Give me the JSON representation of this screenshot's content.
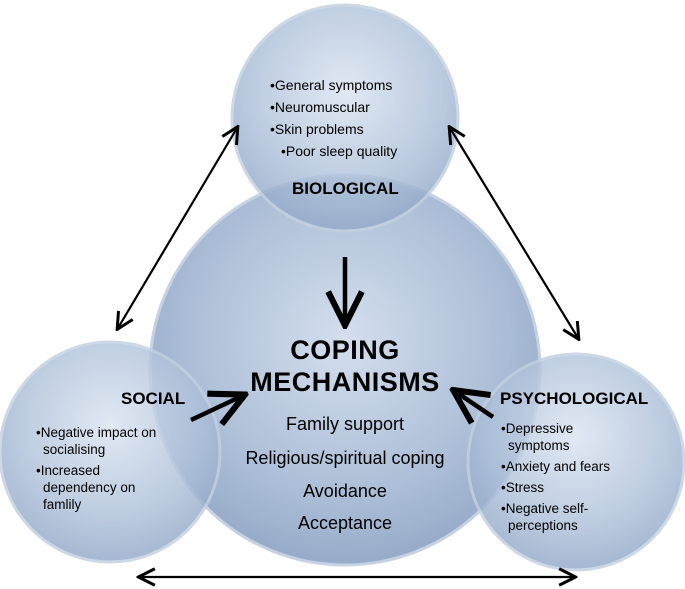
{
  "center": {
    "title_line1": "COPING",
    "title_line2": "MECHANISMS",
    "items": [
      "Family support",
      "Religious/spiritual coping",
      "Avoidance",
      "Acceptance"
    ]
  },
  "biological": {
    "title": "BIOLOGICAL",
    "items": [
      "•General symptoms",
      "•Neuromuscular",
      "•Skin problems",
      "•Poor sleep quality"
    ]
  },
  "social": {
    "title": "SOCIAL",
    "items": [
      "•Negative impact on",
      "socialising",
      "•Increased",
      "dependency on",
      "famlily"
    ]
  },
  "psychological": {
    "title": "PSYCHOLOGICAL",
    "items": [
      "•Depressive",
      "symptoms",
      "•Anxiety and fears",
      "•Stress",
      "•Negative self-",
      "perceptions"
    ]
  },
  "colors": {
    "circle_fill_light": "#c9d6e8",
    "circle_fill_mid": "#a3b7d3",
    "circle_fill_dark": "#7f97bb",
    "circle_edge": "#b8c7db",
    "arrow": "#000000"
  }
}
